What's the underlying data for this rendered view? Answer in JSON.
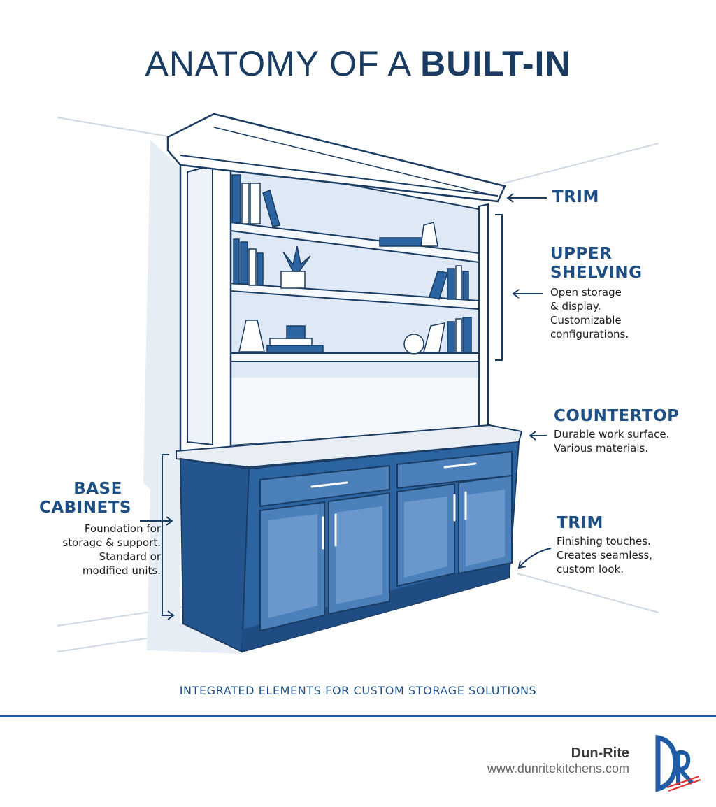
{
  "title": {
    "light": "ANATOMY OF A ",
    "bold": "BUILT-IN"
  },
  "labels": {
    "trim_top": {
      "heading": "TRIM"
    },
    "upper_shelving": {
      "heading_line1": "UPPER",
      "heading_line2": "SHELVING",
      "desc": [
        "Open storage",
        "& display.",
        "Customizable",
        "configurations."
      ]
    },
    "countertop": {
      "heading": "COUNTERTOP",
      "desc": [
        "Durable work surface.",
        "Various materials."
      ]
    },
    "trim_bottom": {
      "heading": "TRIM",
      "desc": [
        "Finishing touches.",
        "Creates seamless,",
        "custom look."
      ]
    },
    "base_cabinets": {
      "heading_line1": "BASE",
      "heading_line2": "CABINETS",
      "desc": [
        "Foundation for",
        "storage & support.",
        "Standard or",
        "modified units."
      ]
    }
  },
  "tagline": "INTEGRATED ELEMENTS FOR CUSTOM STORAGE SOLUTIONS",
  "footer": {
    "brand": "Dun-Rite",
    "url": "www.dunritekitchens.com",
    "logo_text": "DR"
  },
  "colors": {
    "navy": "#1a3c63",
    "accent_blue": "#1d4f84",
    "cabinet_blue": "#2c63a1",
    "rule": "#1f5ca3",
    "logo_red": "#e03030"
  }
}
